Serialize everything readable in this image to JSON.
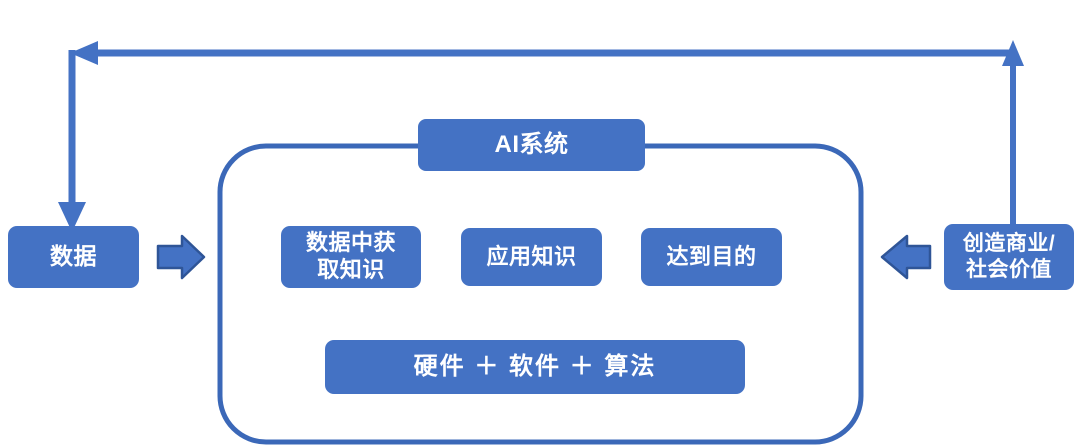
{
  "diagram": {
    "title": "AI系统",
    "type": "cycle-block-diagram",
    "colors": {
      "fill": "#4472C4",
      "stroke": "#2F5597",
      "arrow": "#4472C4",
      "text": "#FFFFFF",
      "background": "#FFFFFF"
    },
    "nodes": {
      "input": {
        "label": "数据",
        "name": "data"
      },
      "output": {
        "label": "创造商业/\n社会价值",
        "name": "business-social-value"
      },
      "system_title": {
        "label": "AI系统",
        "name": "ai-system"
      },
      "stages": [
        {
          "label": "数据中获\n取知识",
          "name": "acquire-knowledge-from-data"
        },
        {
          "label": "应用知识",
          "name": "apply-knowledge"
        },
        {
          "label": "达到目的",
          "name": "achieve-goal"
        }
      ],
      "foundation": {
        "label": "硬件 ＋ 软件 ＋ 算法",
        "name": "hardware-software-algorithm"
      }
    },
    "connectors": [
      {
        "name": "data-into-system",
        "style": "block-arrow",
        "direction": "right"
      },
      {
        "name": "system-to-value",
        "style": "block-arrow",
        "direction": "left"
      },
      {
        "name": "value-feedback-to-data",
        "style": "line-arrow",
        "direction": "up-left-down"
      }
    ]
  }
}
